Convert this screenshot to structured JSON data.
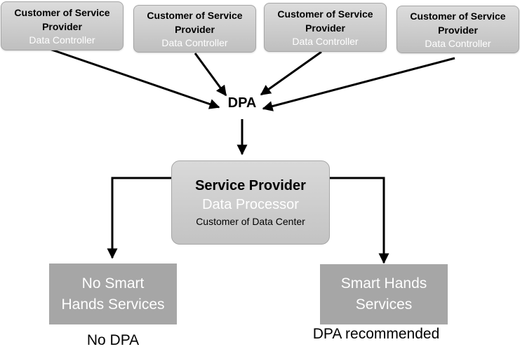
{
  "customers": [
    {
      "title": "Customer of Service Provider",
      "role": "Data Controller"
    },
    {
      "title": "Customer of Service Provider",
      "role": "Data Controller"
    },
    {
      "title": "Customer of Service Provider",
      "role": "Data Controller"
    },
    {
      "title": "Customer of Service Provider",
      "role": "Data Controller"
    }
  ],
  "dpa_label": "DPA",
  "service_provider": {
    "title": "Service Provider",
    "role": "Data Processor",
    "subtitle": "Customer of Data Center"
  },
  "services": [
    {
      "label": "No Smart\nHands Services",
      "caption": "No DPA"
    },
    {
      "label": "Smart Hands\nServices",
      "caption": "DPA recommended"
    }
  ],
  "colors": {
    "box_fill": "#bfbfbf",
    "service_fill": "#a6a6a6",
    "role_text": "#ffffff",
    "arrow": "#000000"
  }
}
